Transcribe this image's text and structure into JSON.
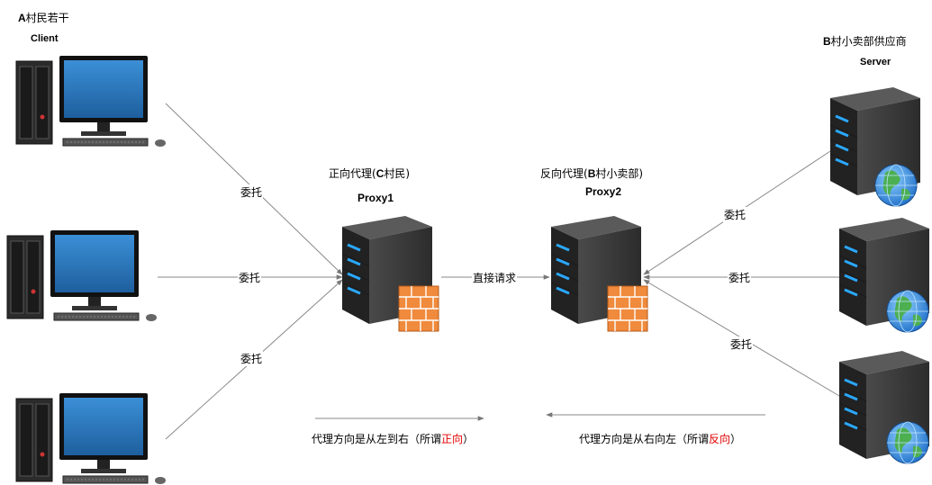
{
  "client_group": {
    "title_bold": "A",
    "title_rest": "村民若干",
    "subtitle": "Client"
  },
  "server_group": {
    "title_bold": "B",
    "title_rest": "村小卖部供应商",
    "subtitle": "Server"
  },
  "proxy1": {
    "title_prefix": "正向代理(",
    "title_bold": "C",
    "title_suffix": "村民)",
    "name": "Proxy1"
  },
  "proxy2": {
    "title_prefix": "反向代理(",
    "title_bold": "B",
    "title_suffix": "村小卖部)",
    "name": "Proxy2"
  },
  "edges": {
    "client1": "委托",
    "client2": "委托",
    "client3": "委托",
    "direct": "直接请求",
    "server1": "委托",
    "server2": "委托",
    "server3": "委托"
  },
  "notes": {
    "forward_prefix": "代理方向是从左到右（所谓",
    "forward_highlight": "正向",
    "forward_suffix": "）",
    "reverse_prefix": "代理方向是从右向左（所谓",
    "reverse_highlight": "反向",
    "reverse_suffix": "）"
  },
  "colors": {
    "highlight": "#e00000",
    "line": "#888888",
    "screen": "#2f7fc4",
    "server_body": "#3a3a3a",
    "led": "#2aa8ff",
    "firewall": "#f08a3c"
  }
}
